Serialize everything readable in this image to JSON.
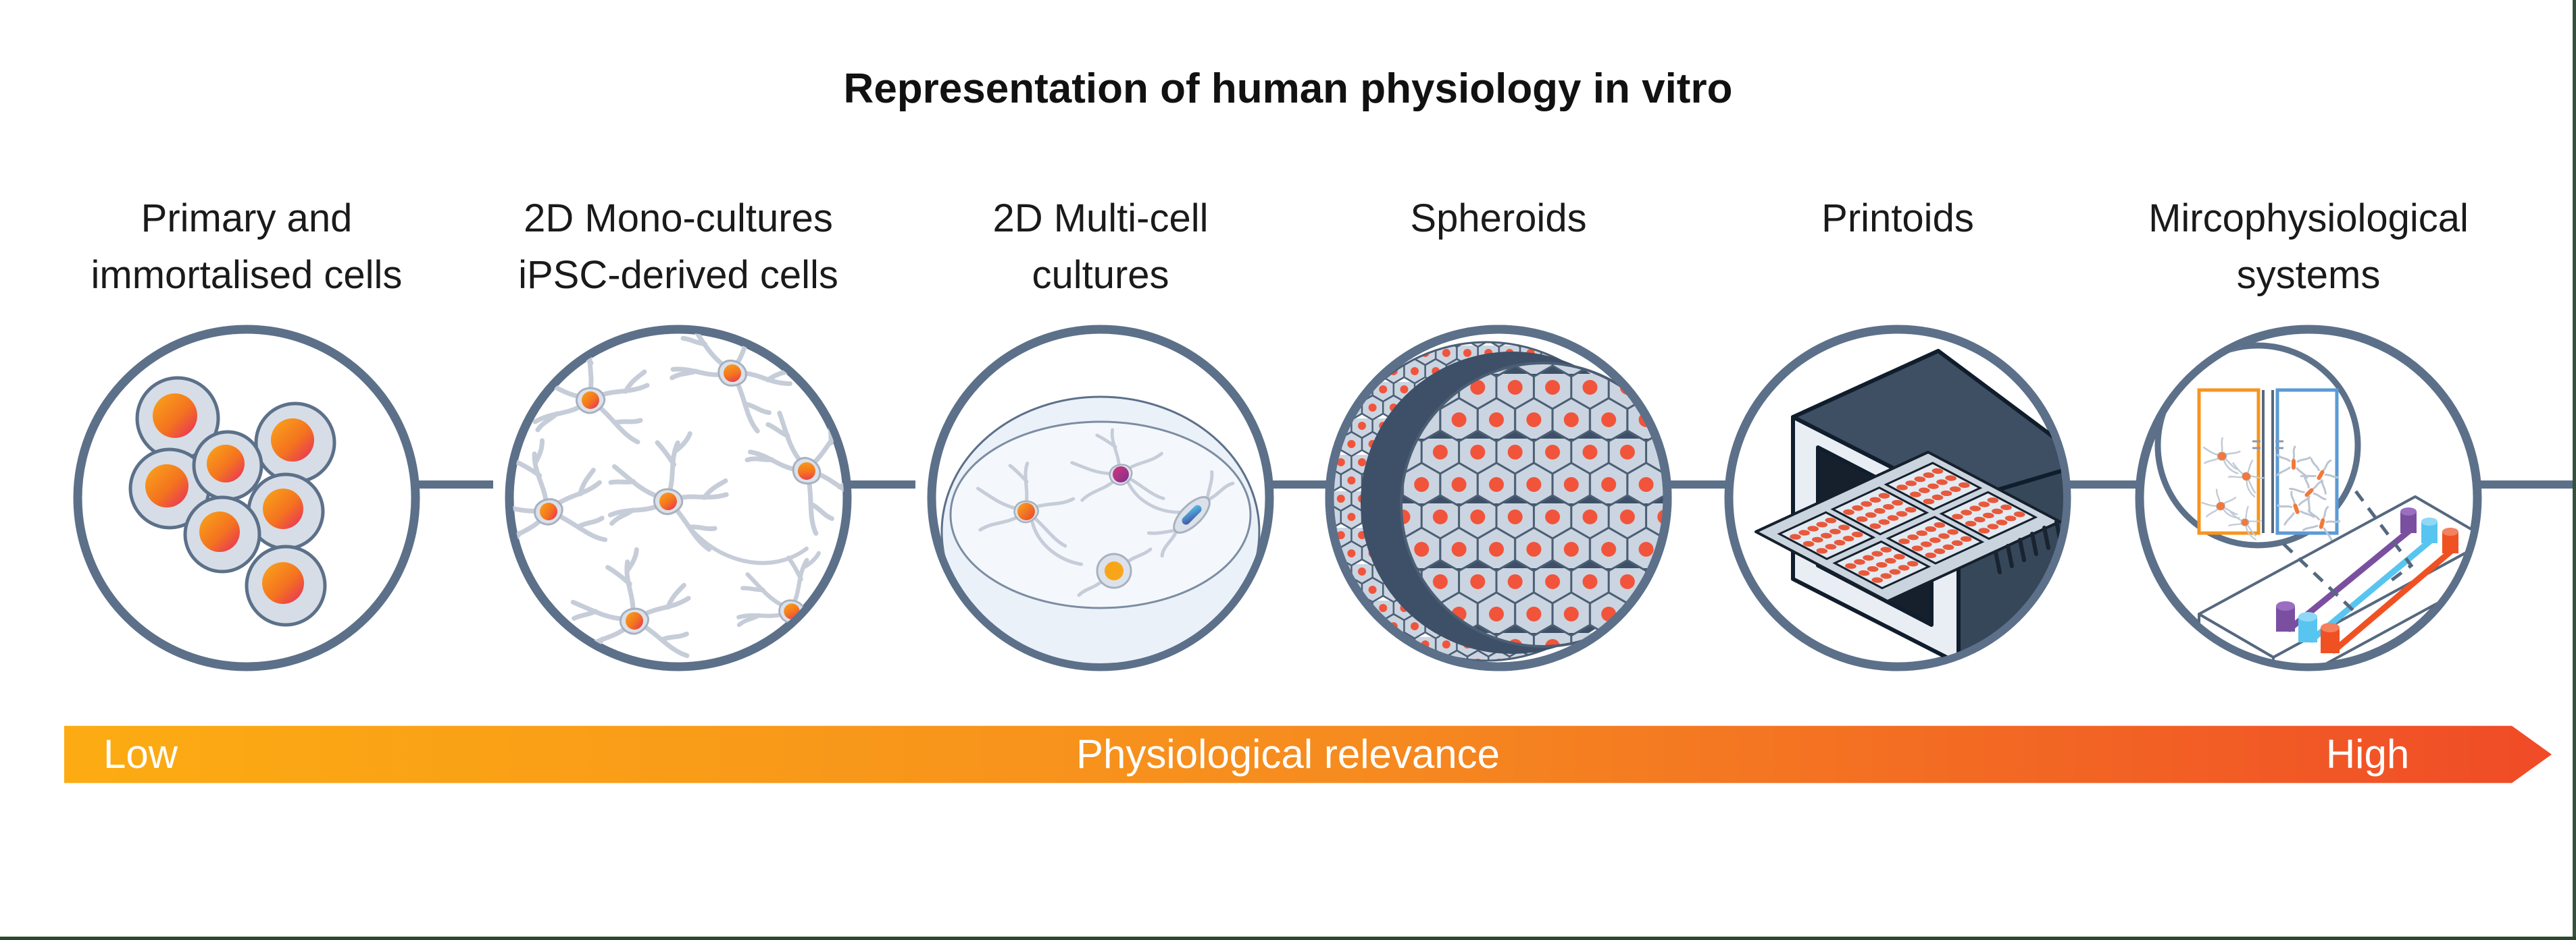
{
  "figure": {
    "title": "Representation of human physiology in vitro"
  },
  "stages": [
    {
      "id": "primary-cells",
      "icon": "cell-cluster-icon",
      "lines": [
        "Primary and",
        "immortalised cells"
      ]
    },
    {
      "id": "mono-cultures",
      "icon": "neuron-monoculture-icon",
      "lines": [
        "2D Mono-cultures",
        "iPSC-derived cells"
      ]
    },
    {
      "id": "multi-cell",
      "icon": "dish-multicell-icon",
      "lines": [
        "2D Multi-cell",
        "cultures"
      ]
    },
    {
      "id": "spheroids",
      "icon": "spheroid-icon",
      "lines": [
        "Spheroids"
      ]
    },
    {
      "id": "printoids",
      "icon": "bioprinter-icon",
      "lines": [
        "Printoids"
      ]
    },
    {
      "id": "mps",
      "icon": "organ-on-chip-icon",
      "lines": [
        "Mircophysiological",
        "systems"
      ]
    }
  ],
  "axis": {
    "left_label": "Low",
    "center_label": "Physiological relevance",
    "right_label": "High"
  },
  "colors": {
    "outline_slate": "#5C7089",
    "gradient_start": "#FCAC12",
    "gradient_mid": "#F68B1F",
    "gradient_end": "#F04B27",
    "nucleus_orange": "#FAA61A",
    "nucleus_red": "#E62A62",
    "cell_fill": "#D6DDE6",
    "spheroid_nucleus": "#F1543B",
    "spheroid_crescent": "#3D5067",
    "printer_body": "#3E4F63",
    "plate_dot": "#E8593C",
    "channel_purple": "#7B4FA0",
    "channel_blue": "#58C5F0",
    "channel_red": "#F05123",
    "chamber_orange": "#F7941D",
    "chamber_blue": "#5B9BD5",
    "border_green": "#35523C"
  }
}
